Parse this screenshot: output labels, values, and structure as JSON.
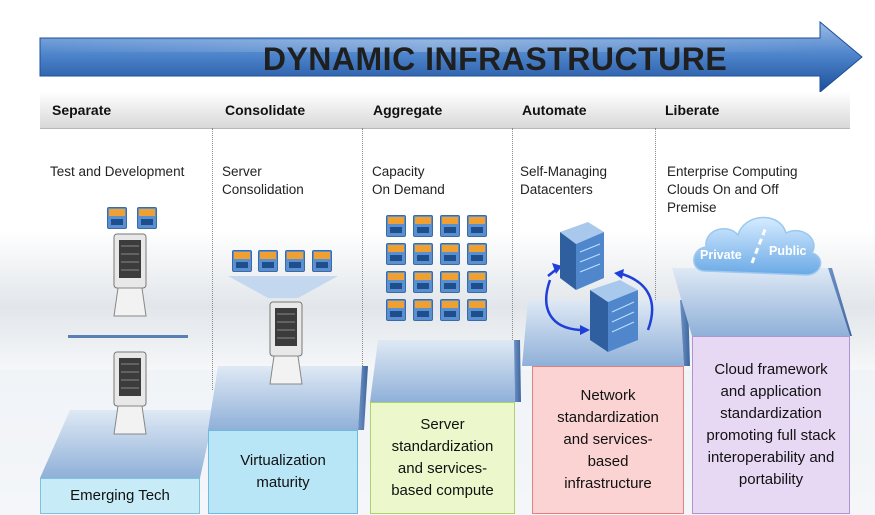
{
  "banner": {
    "title": "DYNAMIC INFRASTRUCTURE"
  },
  "phases": [
    {
      "label": "Separate",
      "description": "Test and Development",
      "outcome": "Emerging Tech"
    },
    {
      "label": "Consolidate",
      "description": "Server\nConsolidation",
      "outcome": "Virtualization maturity"
    },
    {
      "label": "Aggregate",
      "description": "Capacity\nOn Demand",
      "outcome": "Server standardization and services-based compute"
    },
    {
      "label": "Automate",
      "description": "Self-Managing\nDatacenters",
      "outcome": "Network standardization and services-based infrastructure"
    },
    {
      "label": "Liberate",
      "description": "Enterprise Computing\nClouds  On and Off\nPremise",
      "outcome": "Cloud framework and application standardization promoting full stack interoperability and portability"
    }
  ],
  "cloud": {
    "private_label": "Private",
    "public_label": "Public"
  },
  "colors": {
    "banner_blue": "#2a5ea8",
    "emerging": "#c7ecf8",
    "virtualization": "#b8e6f7",
    "server_std": "#ecf8cc",
    "network_std": "#fbd3d3",
    "cloud_framework": "#e7d8f4"
  }
}
